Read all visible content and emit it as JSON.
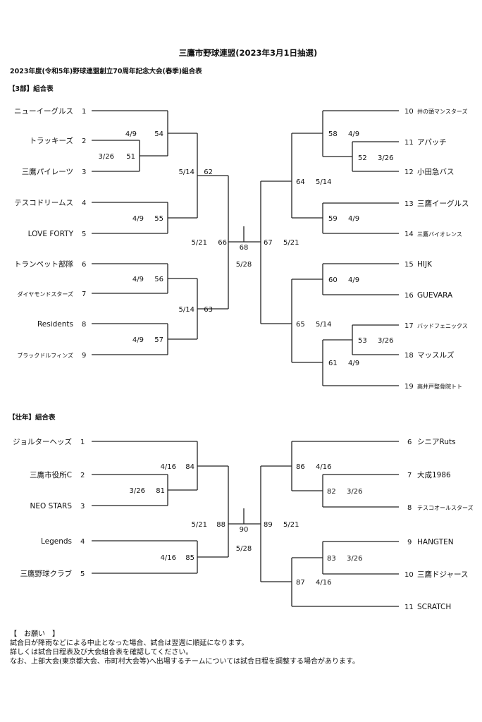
{
  "header": {
    "title": "三鷹市野球連盟(2023年3月1日抽選)",
    "subtitle": "2023年度(令和5年)野球連盟創立70周年記念大会(春季)組合表"
  },
  "section1": {
    "label": "【3部】組合表",
    "left_teams": [
      {
        "name": "ニューイーグルス",
        "no": "1"
      },
      {
        "name": "トラッキーズ",
        "no": "2"
      },
      {
        "name": "三鷹パイレーツ",
        "no": "3"
      },
      {
        "name": "テスコドリームス",
        "no": "4"
      },
      {
        "name": "LOVE FORTY",
        "no": "5"
      },
      {
        "name": "トランペット部隊",
        "no": "6"
      },
      {
        "name": "ダイヤモンドスターズ",
        "no": "7"
      },
      {
        "name": "Residents",
        "no": "8"
      },
      {
        "name": "ブラックドルフィンズ",
        "no": "9"
      }
    ],
    "right_teams": [
      {
        "no": "10",
        "name": "井の頭マンスターズ"
      },
      {
        "no": "11",
        "name": "アパッチ"
      },
      {
        "no": "12",
        "name": "小田急バス"
      },
      {
        "no": "13",
        "name": "三鷹イーグルス"
      },
      {
        "no": "14",
        "name": "三鷹バイオレンス"
      },
      {
        "no": "15",
        "name": "HIJK"
      },
      {
        "no": "16",
        "name": "GUEVARA"
      },
      {
        "no": "17",
        "name": "バッドフェニックス"
      },
      {
        "no": "18",
        "name": "マッスルズ"
      },
      {
        "no": "19",
        "name": "高井戸整骨院トト"
      }
    ],
    "games": {
      "g51": {
        "no": "51",
        "date": "3/26"
      },
      "g54": {
        "no": "54",
        "date": "4/9"
      },
      "g55": {
        "no": "55",
        "date": "4/9"
      },
      "g56": {
        "no": "56",
        "date": "4/9"
      },
      "g57": {
        "no": "57",
        "date": "4/9"
      },
      "g62": {
        "no": "62",
        "date": "5/14"
      },
      "g63": {
        "no": "63",
        "date": "5/14"
      },
      "g66": {
        "no": "66",
        "date": "5/21"
      },
      "g52": {
        "no": "52",
        "date": "3/26"
      },
      "g53": {
        "no": "53",
        "date": "3/26"
      },
      "g58": {
        "no": "58",
        "date": "4/9"
      },
      "g59": {
        "no": "59",
        "date": "4/9"
      },
      "g60": {
        "no": "60",
        "date": "4/9"
      },
      "g61": {
        "no": "61",
        "date": "4/9"
      },
      "g64": {
        "no": "64",
        "date": "5/14"
      },
      "g65": {
        "no": "65",
        "date": "5/14"
      },
      "g67": {
        "no": "67",
        "date": "5/21"
      },
      "g68": {
        "no": "68",
        "date": "5/28"
      }
    }
  },
  "section2": {
    "label": "【壮年】組合表",
    "left_teams": [
      {
        "name": "ジョルターヘッズ",
        "no": "1"
      },
      {
        "name": "三鷹市役所C",
        "no": "2"
      },
      {
        "name": "NEO STARS",
        "no": "3"
      },
      {
        "name": "Legends",
        "no": "4"
      },
      {
        "name": "三鷹野球クラブ",
        "no": "5"
      }
    ],
    "right_teams": [
      {
        "no": "6",
        "name": "シニアRuts"
      },
      {
        "no": "7",
        "name": "大成1986"
      },
      {
        "no": "8",
        "name": "テスコオールスターズ"
      },
      {
        "no": "9",
        "name": "HANGTEN"
      },
      {
        "no": "10",
        "name": "三鷹ドジャース"
      },
      {
        "no": "11",
        "name": "SCRATCH"
      }
    ],
    "games": {
      "g81": {
        "no": "81",
        "date": "3/26"
      },
      "g84": {
        "no": "84",
        "date": "4/16"
      },
      "g85": {
        "no": "85",
        "date": "4/16"
      },
      "g88": {
        "no": "88",
        "date": "5/21"
      },
      "g82": {
        "no": "82",
        "date": "3/26"
      },
      "g83": {
        "no": "83",
        "date": "3/26"
      },
      "g86": {
        "no": "86",
        "date": "4/16"
      },
      "g87": {
        "no": "87",
        "date": "4/16"
      },
      "g89": {
        "no": "89",
        "date": "5/21"
      },
      "g90": {
        "no": "90",
        "date": "5/28"
      }
    }
  },
  "notes": {
    "heading": "【　お願い　】",
    "line1": "試合日が降雨などによる中止となった場合、試合は翌週に順延になります。",
    "line2": "詳しくは試合日程表及び大会組合表を確認してください。",
    "line3": "なお、上部大会(東京都大会、市町村大会等)へ出場するチームについては試合日程を調整する場合があります。"
  }
}
